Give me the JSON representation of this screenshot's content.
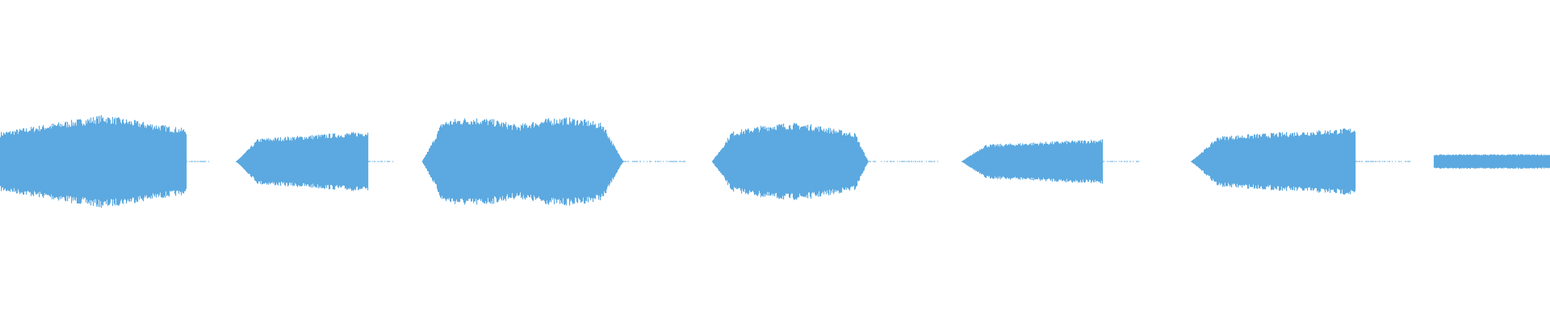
{
  "waveform": {
    "color": "#5ba9e0",
    "background": "#ffffff",
    "baseline_amplitude": 0.005,
    "segments": [
      {
        "start": 0.0,
        "end": 0.12,
        "peak": 0.58,
        "shape": "diamond",
        "tail_end": 0.135
      },
      {
        "start": 0.152,
        "end": 0.237,
        "peak": 0.38,
        "shape": "rise",
        "tail_end": 0.255
      },
      {
        "start": 0.272,
        "end": 0.402,
        "peak": 0.55,
        "shape": "double",
        "tail_end": 0.442
      },
      {
        "start": 0.459,
        "end": 0.56,
        "peak": 0.48,
        "shape": "bump",
        "tail_end": 0.605
      },
      {
        "start": 0.62,
        "end": 0.711,
        "peak": 0.28,
        "shape": "rise",
        "tail_end": 0.735
      },
      {
        "start": 0.768,
        "end": 0.874,
        "peak": 0.42,
        "shape": "rise",
        "tail_end": 0.91
      },
      {
        "start": 0.925,
        "end": 1.0,
        "peak": 0.09,
        "shape": "flat",
        "tail_end": 1.0
      }
    ]
  }
}
